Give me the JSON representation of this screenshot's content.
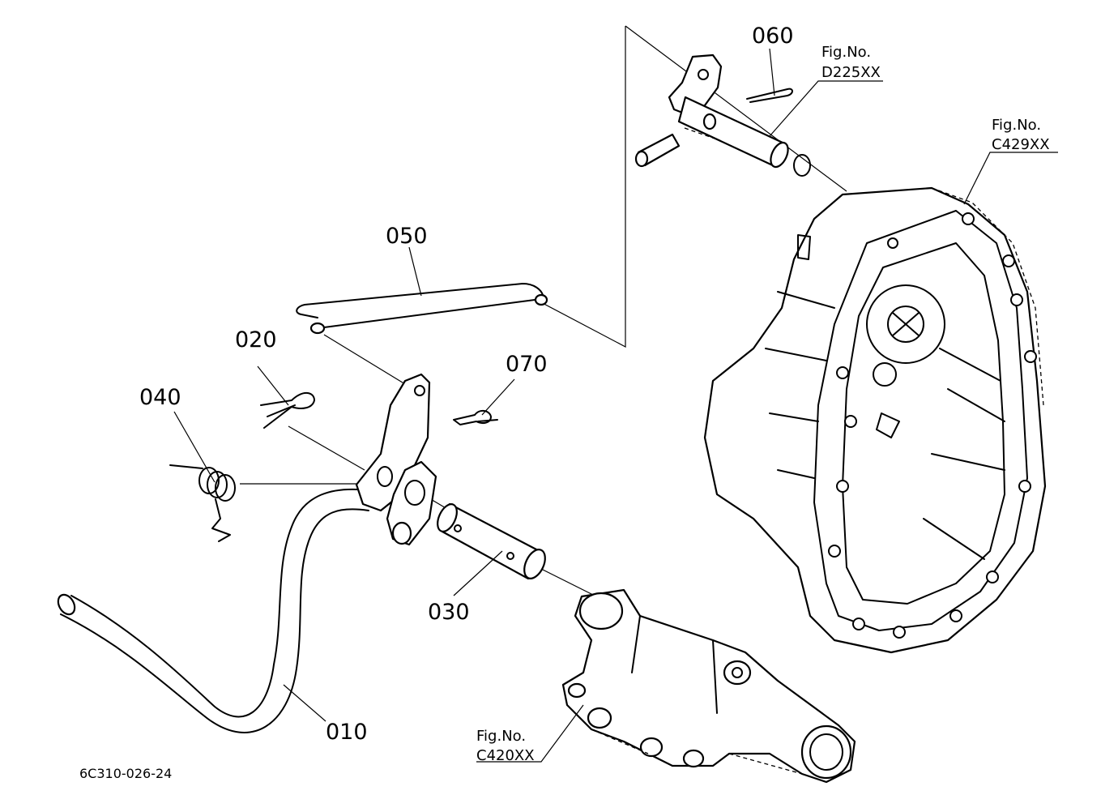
{
  "figure": {
    "drawing_code": "6C310-026-24"
  },
  "callouts": [
    {
      "id": "part-010",
      "label": "010"
    },
    {
      "id": "part-020",
      "label": "020"
    },
    {
      "id": "part-030",
      "label": "030"
    },
    {
      "id": "part-040",
      "label": "040"
    },
    {
      "id": "part-050",
      "label": "050"
    },
    {
      "id": "part-060",
      "label": "060"
    },
    {
      "id": "part-070",
      "label": "070"
    }
  ],
  "figure_refs": [
    {
      "id": "ref-d225",
      "prefix": "Fig.No.",
      "number": "D225XX"
    },
    {
      "id": "ref-c429",
      "prefix": "Fig.No.",
      "number": "C429XX"
    },
    {
      "id": "ref-c420",
      "prefix": "Fig.No.",
      "number": "C420XX"
    }
  ]
}
